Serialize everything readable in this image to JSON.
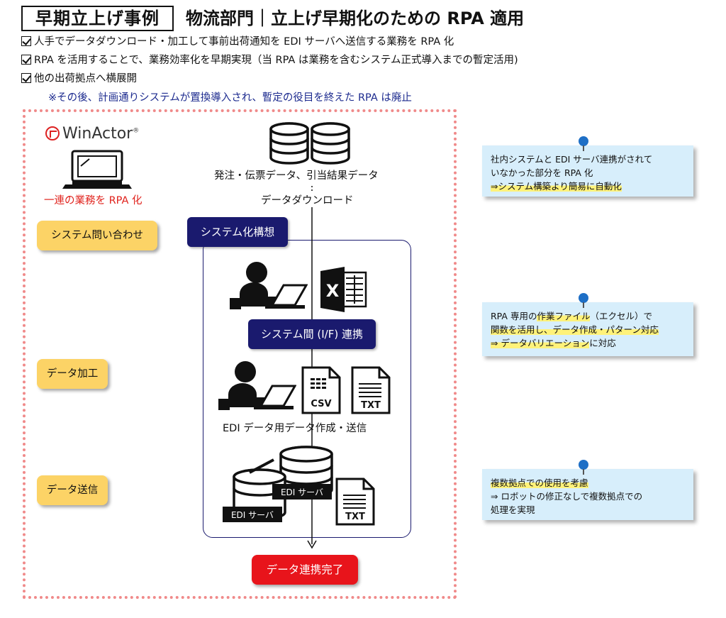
{
  "header": {
    "badge": "早期立上げ事例",
    "title": "物流部門｜立上げ早期化のための RPA 適用",
    "bullets": [
      "人手でデータダウンロード・加工して事前出荷通知を EDI サーバへ送信する業務を RPA 化",
      "RPA を活用することで、業務効率化を早期実現（当 RPA は業務を含むシステム正式導入までの暫定活用)",
      "他の出荷拠点へ横展開"
    ],
    "note": "※その後、計画通りシステムが置換導入され、暫定の役目を終えた RPA は廃止"
  },
  "winactor": {
    "logo_text": "WinActor",
    "caption": "一連の業務を RPA 化"
  },
  "tasks": {
    "inquiry": "システム問い合わせ",
    "process": "データ加工",
    "send": "データ送信"
  },
  "flow": {
    "db_label": "発注・伝票データ、引当結果データ",
    "download_label": "データダウンロード",
    "concept_label": "システム化構想",
    "if_label": "システム間 (I/F) 連携",
    "excel_letter": "X",
    "csv_label": "CSV",
    "txt_label": "TXT",
    "edi_label": "EDI データ用データ作成・送信",
    "edi_server_label": "EDI サーバ",
    "done_label": "データ連携完了"
  },
  "callouts": [
    {
      "line1": "社内システムと EDI サーバ連携がされて",
      "line2": "いなかった部分を RPA 化",
      "line3": "⇒システム構築より簡易に自動化"
    },
    {
      "line1a": "RPA 専用の",
      "line1b": "作業ファイル",
      "line1c": "（エクセル）で",
      "line2": "関数を活用し、データ作成・パターン対応",
      "line3a": "⇒ データバリエーション",
      "line3b": "に対応"
    },
    {
      "line1": "複数拠点での使用を考慮",
      "line2": "⇒ ロボットの修正なしで複数拠点での",
      "line3": "処理を実現"
    }
  ],
  "colors": {
    "navy": "#1a1a6e",
    "task_yellow": "#fcd366",
    "done_red": "#e8141b",
    "frame_pink": "#f08a8a",
    "callout_blue": "#d7eefb",
    "note_blue": "#1d2b8f",
    "caption_red": "#e0221c"
  }
}
